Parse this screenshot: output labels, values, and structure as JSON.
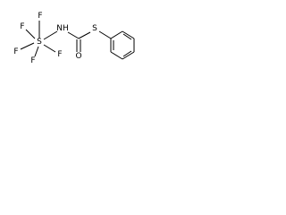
{
  "molecule": {
    "atoms": [
      {
        "id": "F1",
        "label": "F"
      },
      {
        "id": "F2",
        "label": "F"
      },
      {
        "id": "F3",
        "label": "F"
      },
      {
        "id": "F4",
        "label": "F"
      },
      {
        "id": "F5",
        "label": "F"
      },
      {
        "id": "S1",
        "label": "S"
      },
      {
        "id": "N1",
        "label": "NH"
      },
      {
        "id": "O1",
        "label": "O"
      },
      {
        "id": "S2",
        "label": "S"
      }
    ]
  }
}
